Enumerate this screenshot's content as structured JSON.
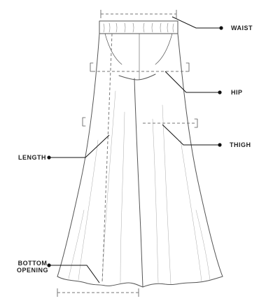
{
  "title": "Pants size chart",
  "labels": {
    "waist": "WAIST",
    "hip": "HIP",
    "thigh": "THIGH",
    "length": "LENGTH",
    "bottom_line1": "BOTTOM",
    "bottom_line2": "OPENING"
  },
  "colors": {
    "outline": "#555555",
    "measure": "#777777",
    "leader": "#111111",
    "text": "#222222"
  }
}
